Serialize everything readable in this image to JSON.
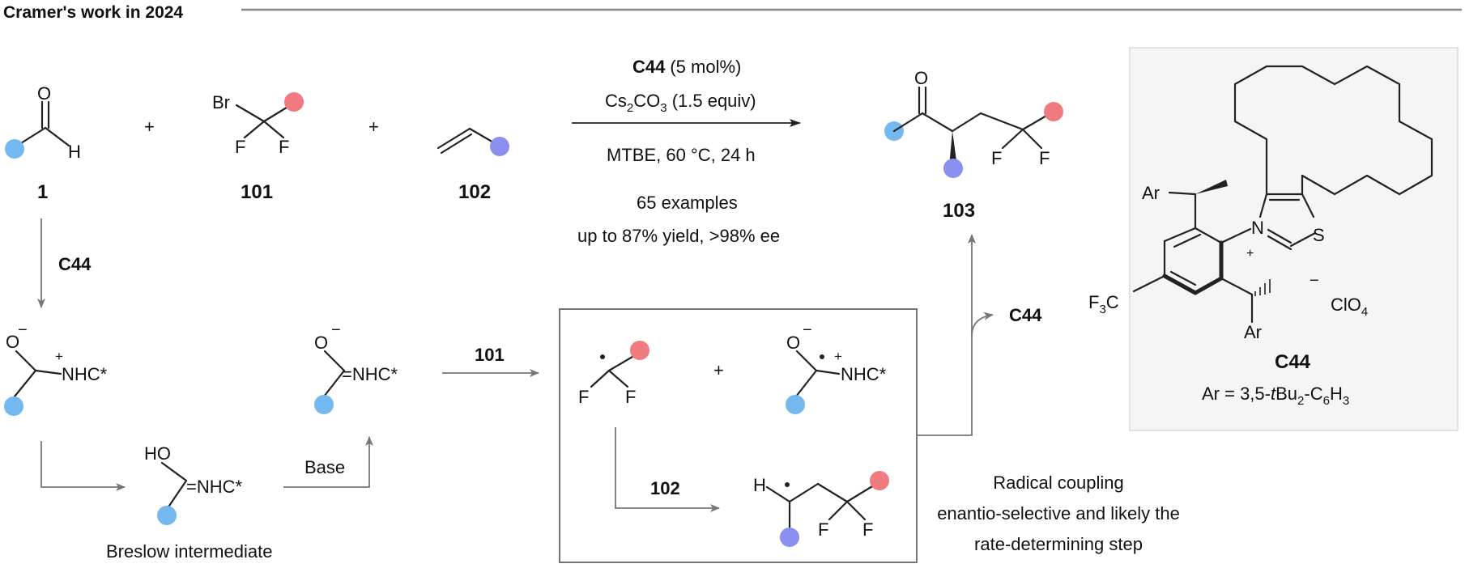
{
  "header": {
    "title": "Cramer's work in 2024"
  },
  "colors": {
    "blue_group": "#74b8f0",
    "red_group": "#f07a7f",
    "purple_group": "#8a8ff0",
    "catalyst_panel": "#f5f5f5"
  },
  "reactants": {
    "aldehyde_label": "1",
    "aldehyde_O": "O",
    "aldehyde_H": "H",
    "bromide_label": "101",
    "bromide_Br": "Br",
    "bromide_F1": "F",
    "bromide_F2": "F",
    "alkene_label": "102",
    "plus": "+"
  },
  "conditions": {
    "catalyst": "C44",
    "catalyst_loading": "(5 mol%)",
    "base_prefix": "Cs",
    "base_sub1": "2",
    "base_mid": "CO",
    "base_sub2": "3",
    "base_suffix": " (1.5 equiv)",
    "solvent": "MTBE, 60 °C, 24 h",
    "examples": "65 examples",
    "yield": "up to 87% yield, >98% ee"
  },
  "product": {
    "label": "103",
    "O": "O",
    "F1": "F",
    "F2": "F"
  },
  "mechanism": {
    "catalyst_step": "C44",
    "oxide1": "O",
    "charge_minus": "−",
    "charge_plus": "+",
    "nhc": "NHC*",
    "breslow_HO": "HO",
    "breslow_nhc": "=NHC*",
    "breslow_name": "Breslow intermediate",
    "base": "Base",
    "enolate_O": "O",
    "enolate_nhc": "=NHC*",
    "reagent_101": "101",
    "reagent_102": "102",
    "radical_F1": "F",
    "radical_F2": "F",
    "ketyl_O": "O",
    "ketyl_nhc": "NHC*",
    "adduct_H": "H",
    "adduct_F1": "F",
    "adduct_F2": "F",
    "release_catalyst": "C44",
    "note_line1": "Radical coupling",
    "note_line2": "enantio-selective and likely the",
    "note_line3": "rate-determining step"
  },
  "catalyst_panel": {
    "name": "C44",
    "ar_def_prefix": "Ar = 3,5-",
    "ar_def_t": "t",
    "ar_def_bu": "Bu",
    "ar_def_sub2a": "2",
    "ar_def_mid": "-C",
    "ar_def_sub6": "6",
    "ar_def_h": "H",
    "ar_def_sub3": "3",
    "ar1": "Ar",
    "ar2": "Ar",
    "N": "N",
    "plus": "+",
    "S": "S",
    "cf3_prefix": "F",
    "cf3_sub": "3",
    "cf3_suffix": "C",
    "counterion_minus": "−",
    "counterion_prefix": "ClO",
    "counterion_sub": "4"
  }
}
